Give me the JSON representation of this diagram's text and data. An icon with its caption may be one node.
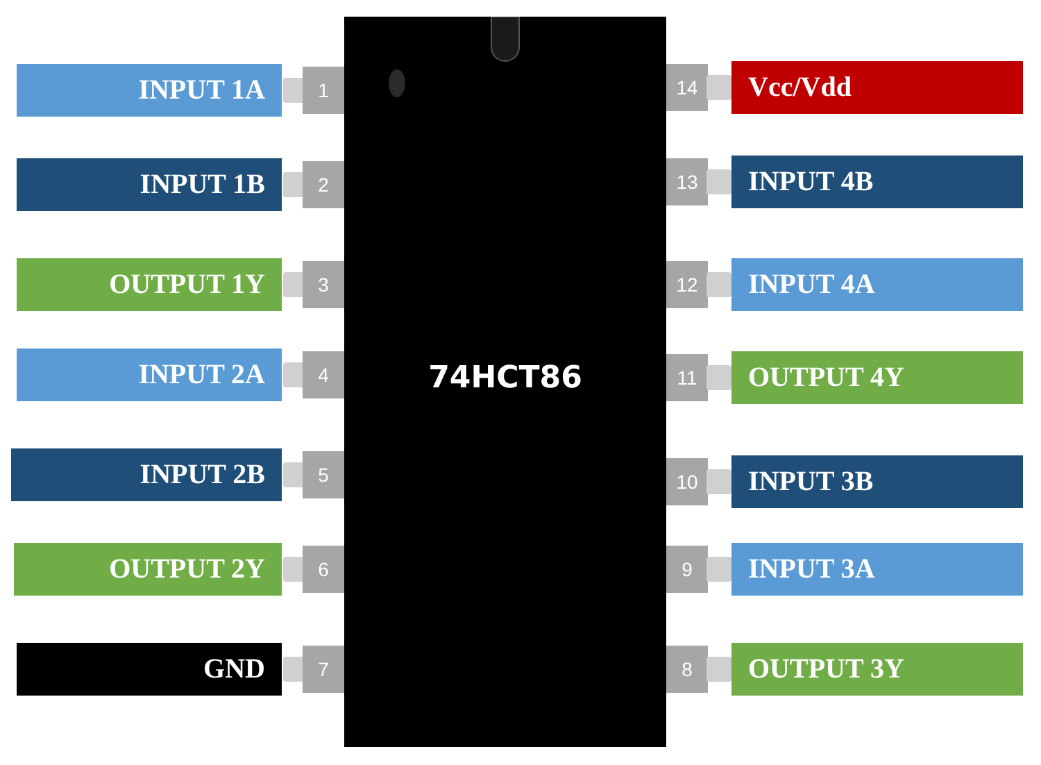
{
  "diagram": {
    "nodes": [
      {
        "text": [
          "74HCT86"
        ]
      },
      {
        "text": [
          "INPUT 1A"
        ]
      },
      {
        "text": [
          "1"
        ]
      },
      {
        "text": [
          "14"
        ]
      },
      {
        "text": [
          "Vcc/Vdd"
        ]
      },
      {
        "text": [
          "INPUT 1B"
        ]
      },
      {
        "text": [
          "2"
        ]
      },
      {
        "text": [
          "13"
        ]
      },
      {
        "text": [
          "INPUT 4B"
        ]
      },
      {
        "text": [
          "OUTPUT 1Y"
        ]
      },
      {
        "text": [
          "3"
        ]
      },
      {
        "text": [
          "12"
        ]
      },
      {
        "text": [
          "INPUT 4A"
        ]
      },
      {
        "text": [
          "INPUT 2A"
        ]
      },
      {
        "text": [
          "4"
        ]
      },
      {
        "text": [
          "11"
        ]
      },
      {
        "text": [
          "OUTPUT 4Y"
        ]
      },
      {
        "text": [
          "INPUT 2B"
        ]
      },
      {
        "text": [
          "5"
        ]
      },
      {
        "text": [
          "10"
        ]
      },
      {
        "text": [
          "INPUT 3B"
        ]
      },
      {
        "text": [
          "OUTPUT 2Y"
        ]
      },
      {
        "text": [
          "6"
        ]
      },
      {
        "text": [
          "9"
        ]
      },
      {
        "text": [
          "INPUT 3A"
        ]
      },
      {
        "text": [
          "GND"
        ]
      },
      {
        "text": [
          "7"
        ]
      },
      {
        "text": [
          "8"
        ]
      },
      {
        "text": [
          "OUTPUT 3Y"
        ]
      }
    ]
  }
}
